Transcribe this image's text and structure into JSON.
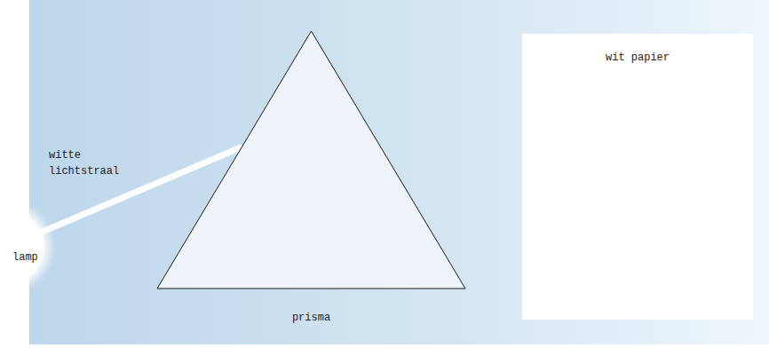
{
  "diagram": {
    "nodes": [
      {
        "text": [
          "lamp"
        ]
      },
      {
        "text": [
          "prisma"
        ]
      },
      {
        "text": [
          "wit papier"
        ]
      }
    ],
    "edges": [
      {
        "from": 0,
        "to": 1,
        "arrow": "none"
      }
    ],
    "labels": [
      "witte lichtstraal"
    ]
  }
}
